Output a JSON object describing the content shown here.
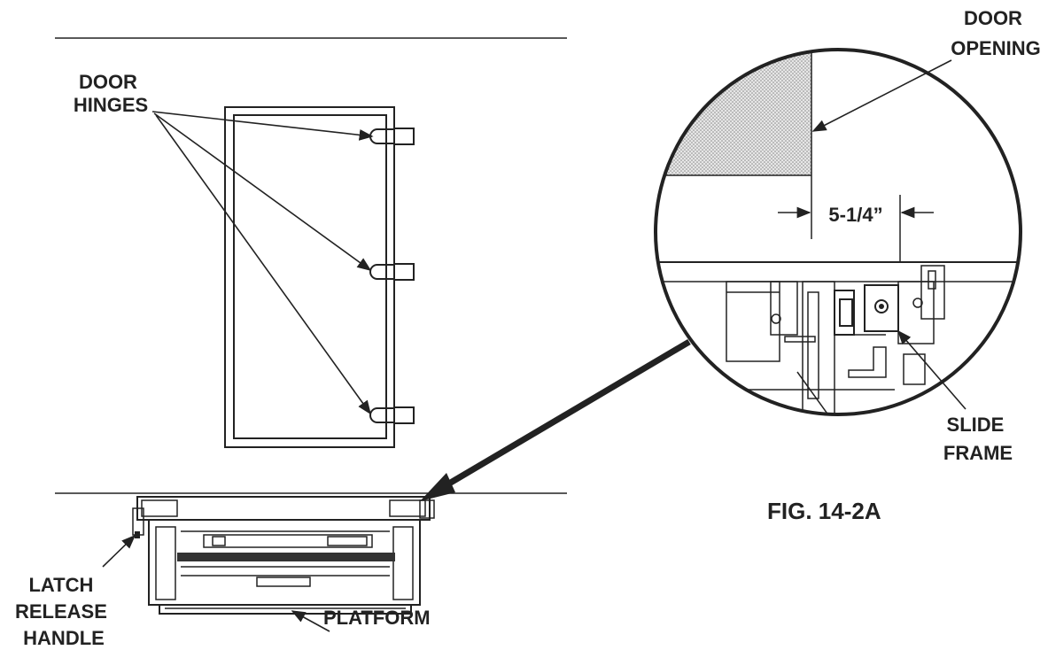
{
  "labels": {
    "door_hinges": [
      "DOOR",
      "HINGES"
    ],
    "door_opening": [
      "DOOR",
      "OPENING"
    ],
    "dimension": "5-1/4”",
    "slide_frame": [
      "SLIDE",
      "FRAME"
    ],
    "figure_caption": "FIG. 14-2A",
    "latch_release_handle": [
      "LATCH",
      "RELEASE",
      "HANDLE"
    ],
    "platform": "PLATFORM"
  },
  "colors": {
    "ink": "#222222",
    "background": "#ffffff",
    "hatch": "#c8c8c8"
  }
}
